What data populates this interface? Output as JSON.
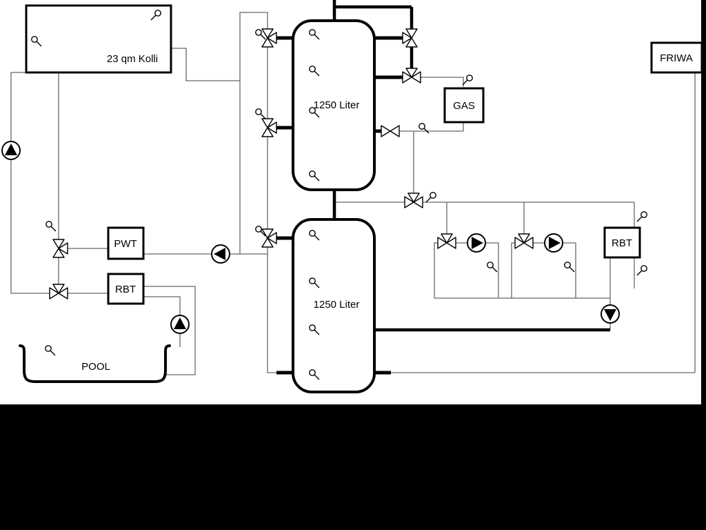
{
  "labels": {
    "collector": "23 qm Kolli",
    "tank1": "1250 Liter",
    "tank2": "1250 Liter",
    "gas": "GAS",
    "friwa": "FRIWA",
    "pwt": "PWT",
    "rbt_left": "RBT",
    "rbt_right": "RBT",
    "pool": "POOL"
  },
  "colors": {
    "background": "#ffffff",
    "frame": "#000000",
    "pipe": "#000000",
    "wire": "#666666",
    "symbol_fill": "#ffffff"
  },
  "components": {
    "pumps": [
      {
        "id": "pump-collector-loop",
        "direction": "up"
      },
      {
        "id": "pump-pwt-loop",
        "direction": "left"
      },
      {
        "id": "pump-pool-loop",
        "direction": "up"
      },
      {
        "id": "pump-heating-circuit-1",
        "direction": "right"
      },
      {
        "id": "pump-heating-circuit-2",
        "direction": "right"
      },
      {
        "id": "pump-rbt-right-loop",
        "direction": "down"
      }
    ],
    "three_way_valves": 10,
    "two_way_valves": 1,
    "temperature_sensors": 22
  }
}
